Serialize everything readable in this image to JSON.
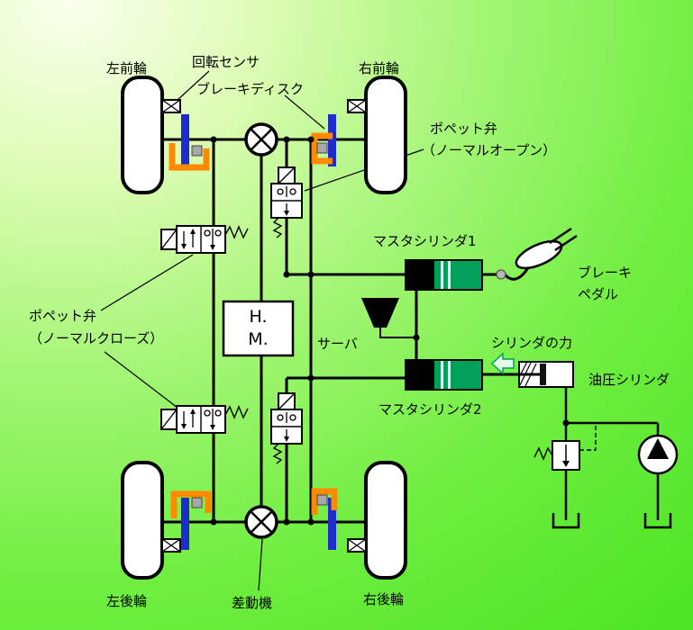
{
  "colors": {
    "disc_blue": "#1f2ccc",
    "caliper_orange": "#ff8a00",
    "mc_green": "#00a05a",
    "pad_grey": "#a8a8a8",
    "line_black": "#000000",
    "bg_light": "#fbffef",
    "bg_green": "#4fe527"
  },
  "labels": {
    "left_front_wheel": "左前輪",
    "rotation_sensor": "回転センサ",
    "brake_disc": "ブレーキディスク",
    "right_front_wheel": "右前輪",
    "poppet_valve_no_line1": "ポペット弁",
    "poppet_valve_no_line2": "（ノーマルオープン）",
    "master_cylinder_1": "マスタシリンダ1",
    "brake_pedal_line1": "ブレーキ",
    "brake_pedal_line2": "ペダル",
    "poppet_valve_nc_line1": "ポペット弁",
    "poppet_valve_nc_line2": "（ノーマルクローズ）",
    "server": "サーバ",
    "cylinder_force": "シリンダの力",
    "hydraulic_cylinder": "油圧シリンダ",
    "master_cylinder_2": "マスタシリンダ2",
    "left_rear_wheel": "左後輪",
    "differential": "差動機",
    "right_rear_wheel": "右後輪",
    "hm_unit_line1": "H.",
    "hm_unit_line2": "M."
  }
}
